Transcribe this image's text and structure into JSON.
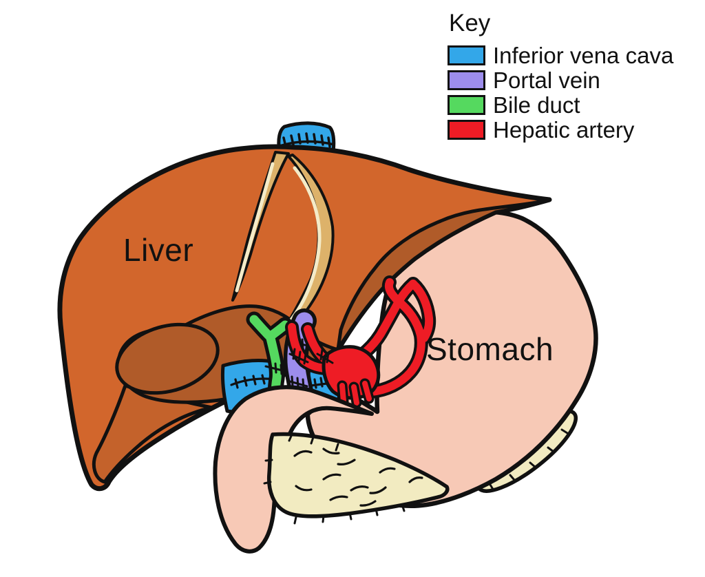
{
  "figure": {
    "type": "anatomical-diagram",
    "subject": "Liver and stomach with hepatic vessels"
  },
  "labels": {
    "liver": "Liver",
    "stomach": "Stomach"
  },
  "key": {
    "title": "Key",
    "items": [
      {
        "id": "inferior-vena-cava",
        "label": "Inferior vena cava",
        "color": "#33A7E9"
      },
      {
        "id": "portal-vein",
        "label": "Portal vein",
        "color": "#9D8DEC"
      },
      {
        "id": "bile-duct",
        "label": "Bile duct",
        "color": "#55D95F"
      },
      {
        "id": "hepatic-artery",
        "label": "Hepatic artery",
        "color": "#EE1C25"
      }
    ]
  },
  "colors": {
    "background": "#FFFFFF",
    "outline": "#111111",
    "label-text": "#111111",
    "liver": "#D2662C",
    "liver-shadow": "#B05B29",
    "liver-base": "#C4622B",
    "ligament": "#DDB26A",
    "ligament-highlight": "#F4EBC8",
    "stomach": "#F7C9B6",
    "pancreas": "#F2EBC1"
  }
}
